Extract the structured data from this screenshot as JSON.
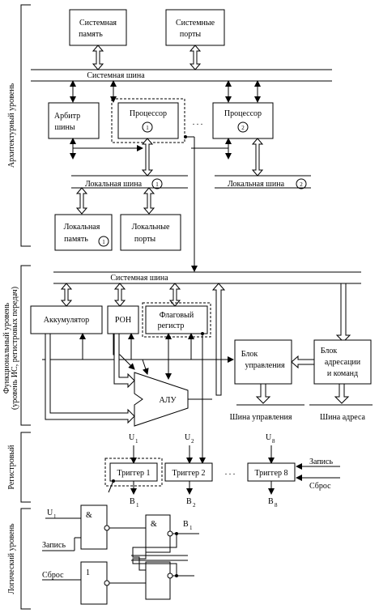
{
  "levels": {
    "architectural": "Архитектурный уровень",
    "functional_1": "Функциональный уровень",
    "functional_2": "(уровень ИС, регистровых передач)",
    "register": "Регистровый",
    "logic": "Логический уровень"
  },
  "arch": {
    "sys_memory": [
      "Системная",
      "память"
    ],
    "sys_ports": [
      "Системные",
      "порты"
    ],
    "sys_bus": "Системная  шина",
    "arbiter": [
      "Арбитр",
      "шины"
    ],
    "cpu1": "Процессор",
    "cpu1_num": "1",
    "dots": ". . .",
    "cpu2": "Процессор",
    "cpu2_num": "2",
    "local_bus1": "Локальная шина",
    "local_bus1_num": "1",
    "local_bus2": "Локальная шина",
    "local_bus2_num": "2",
    "local_mem": [
      "Локальная",
      "память"
    ],
    "local_mem_num": "1",
    "local_ports": [
      "Локальные",
      "порты"
    ]
  },
  "func": {
    "sys_bus": "Системная  шина",
    "acc": "Аккумулятор",
    "ron": "РОН",
    "flags": [
      "Флаговый",
      "регистр"
    ],
    "control_block": [
      "Блок",
      "управления"
    ],
    "addr_block": [
      "Блок",
      "адресации",
      "и команд"
    ],
    "alu": "АЛУ",
    "ctrl_bus": "Шина управления",
    "addr_bus": "Шина адреса"
  },
  "reg": {
    "u1": "U",
    "u1_sub": "1",
    "u2": "U",
    "u2_sub": "2",
    "u8": "U",
    "u8_sub": "8",
    "trig1": "Триггер 1",
    "trig2": "Триггер 2",
    "dots": ". . .",
    "trig8": "Триггер 8",
    "write": "Запись",
    "reset": "Сброс",
    "b1": "B",
    "b1_sub": "1",
    "b2": "B",
    "b2_sub": "2",
    "b8": "B",
    "b8_sub": "8"
  },
  "logic": {
    "u1": "U",
    "u1_sub": "1",
    "and1": "&",
    "write": "Запись",
    "and2": "&",
    "b1": "B",
    "b1_sub": "1",
    "reset": "Сброс",
    "or1": "1"
  }
}
